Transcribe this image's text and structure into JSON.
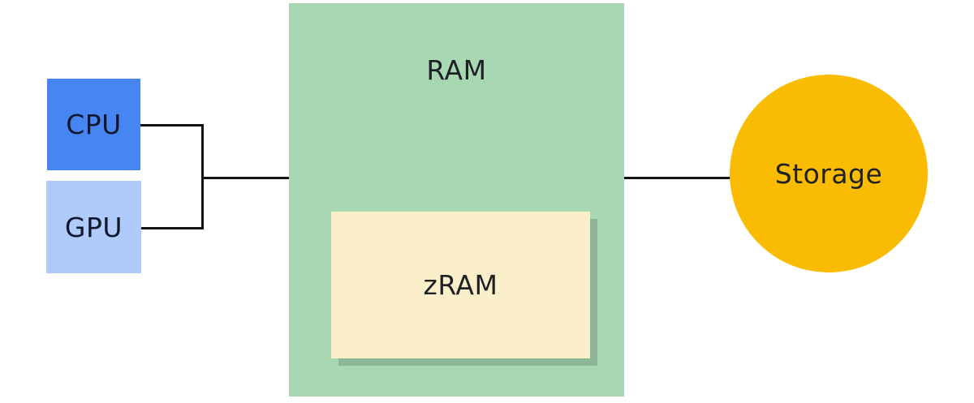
{
  "canvas": {
    "background": "#FFFFFF",
    "connector_color": "#141414",
    "text_color": "#1E2126"
  },
  "nodes": {
    "cpu": {
      "label": "CPU",
      "color": "#4785F2"
    },
    "gpu": {
      "label": "GPU",
      "color": "#AECBFA"
    },
    "ram": {
      "label": "RAM",
      "color": "#A7D8B2"
    },
    "zram": {
      "label": "zRAM",
      "color": "#FAEFC8",
      "shadow_color": "#8DB598"
    },
    "storage": {
      "label": "Storage",
      "color": "#F9BC02"
    }
  }
}
